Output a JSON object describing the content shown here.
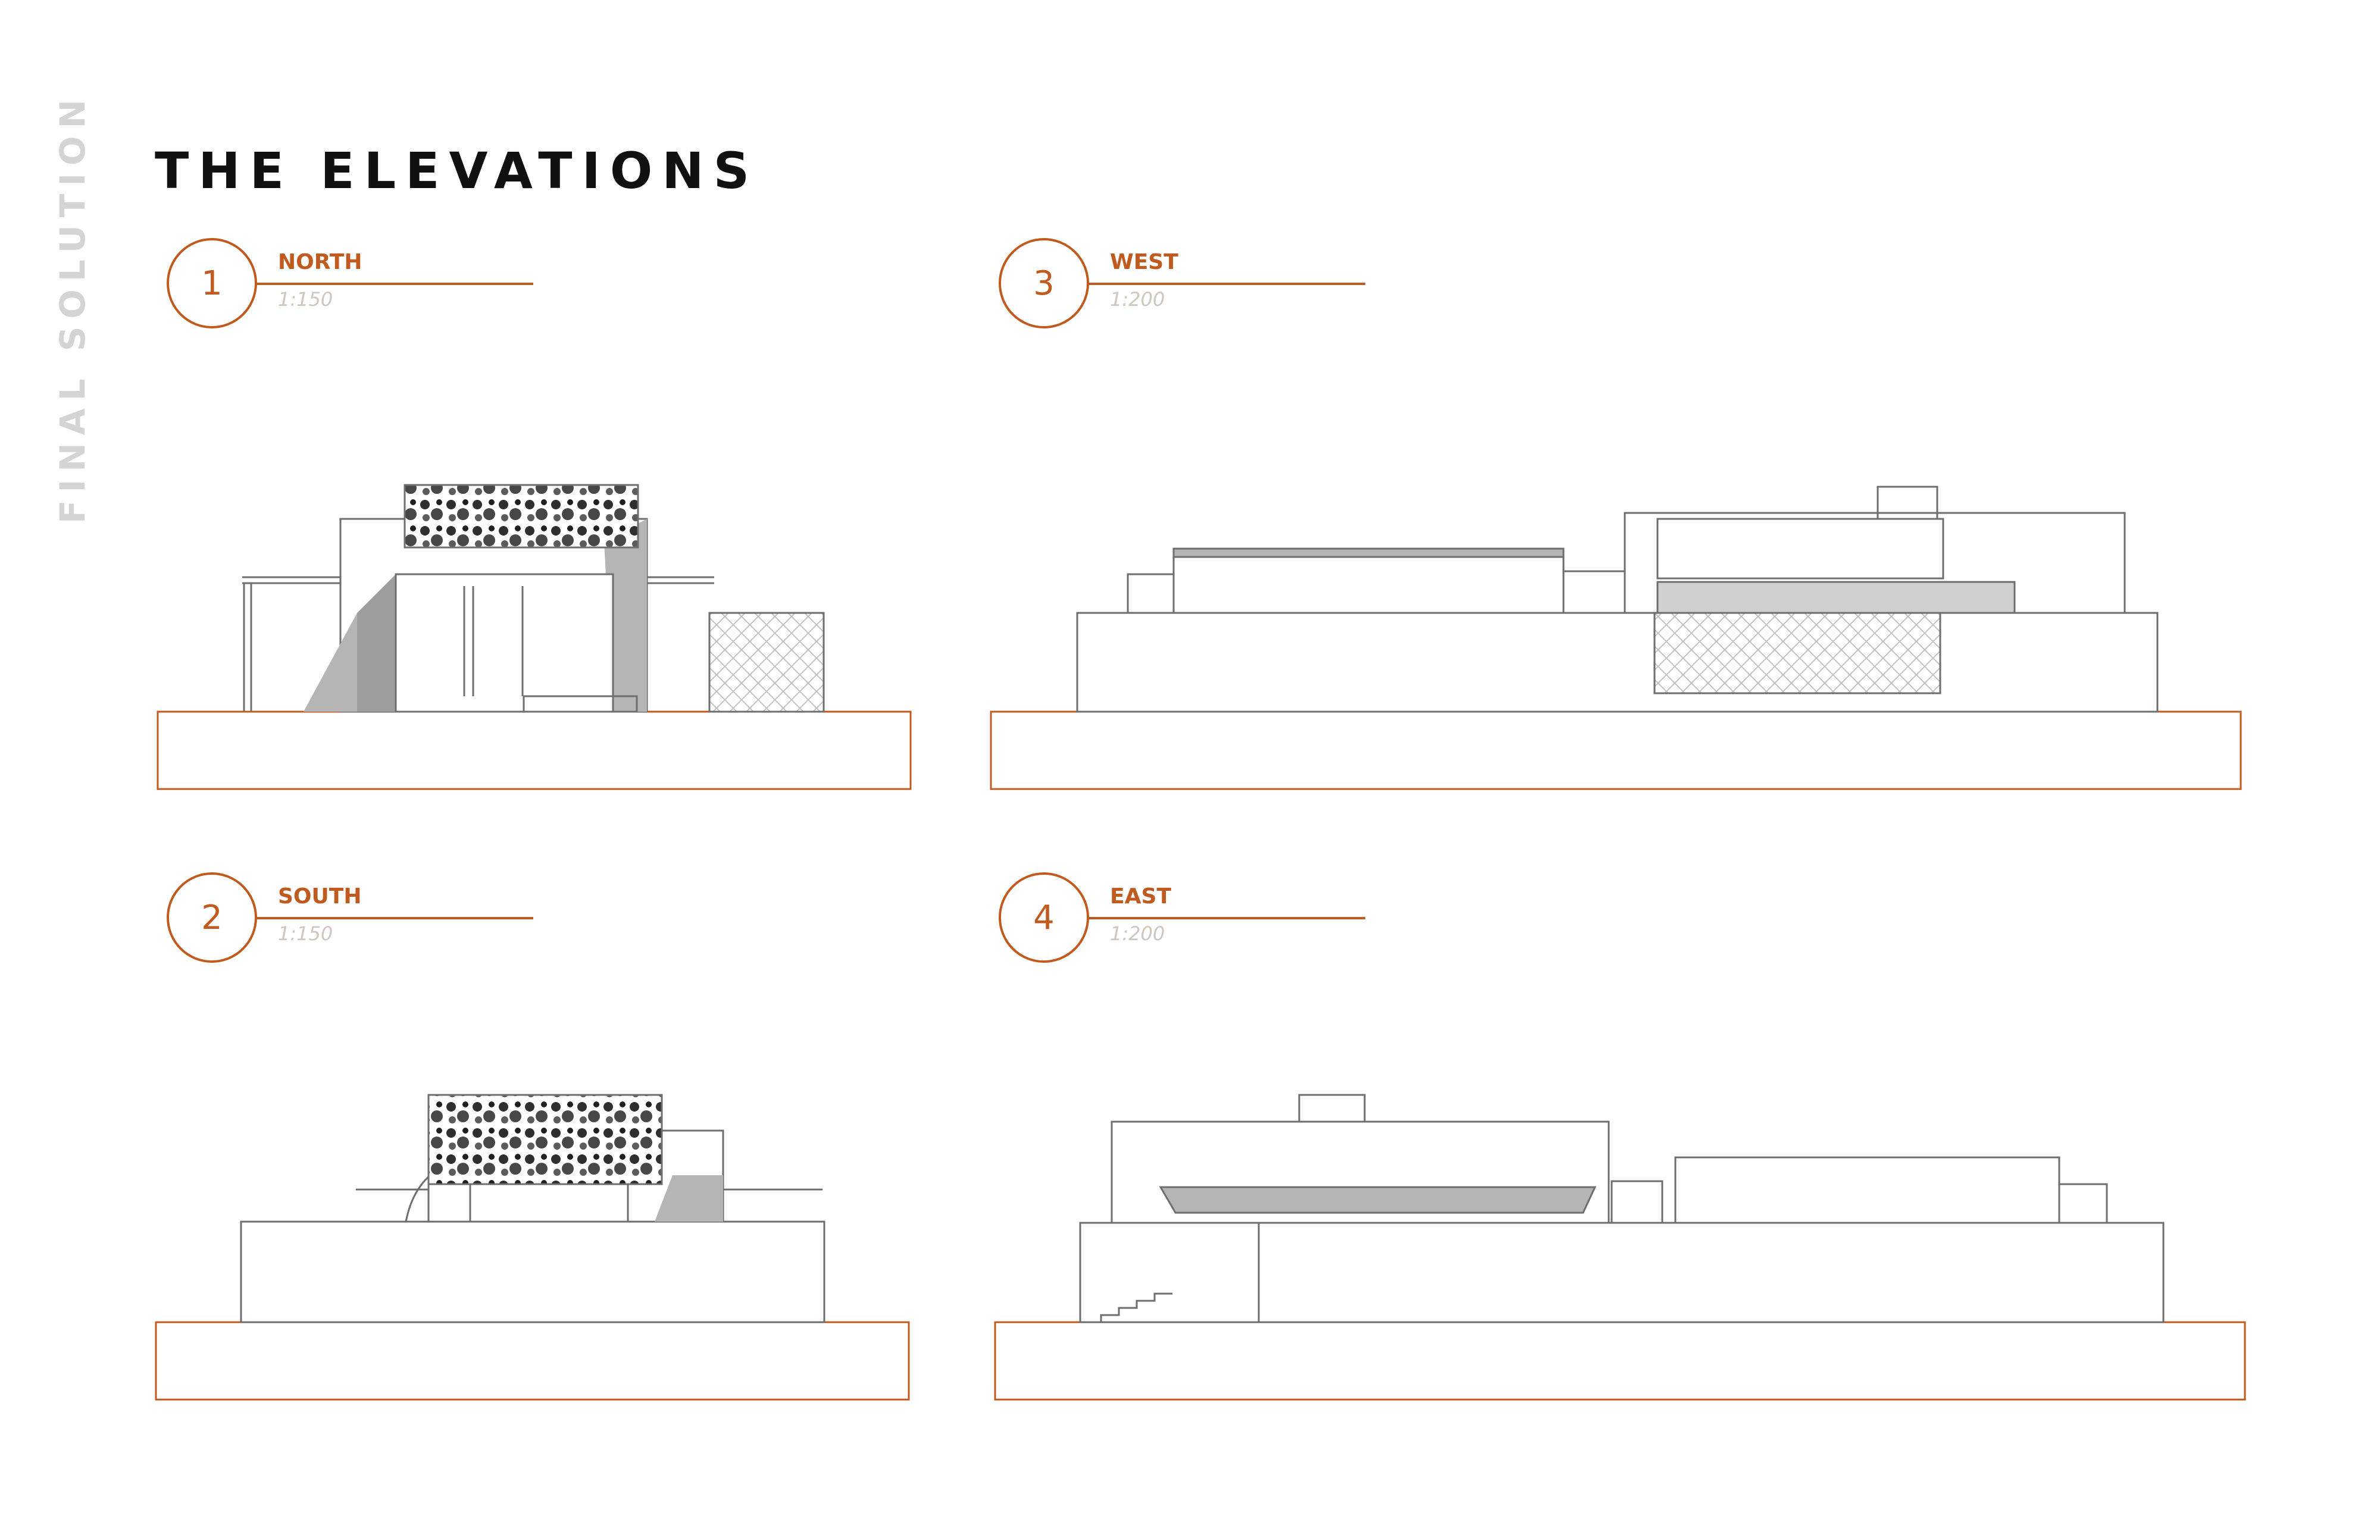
{
  "side_label": "FINAL SOLUTION",
  "title": "THE ELEVATIONS",
  "colors": {
    "accent": "#c05a1e",
    "line": "#6e6e6e",
    "shade": "#b5b5b5",
    "side_label": "#d4d4d4",
    "scale_text": "#d0c6bc"
  },
  "views": [
    {
      "number": "1",
      "name": "NORTH",
      "scale": "1:150"
    },
    {
      "number": "3",
      "name": "WEST",
      "scale": "1:200"
    },
    {
      "number": "2",
      "name": "SOUTH",
      "scale": "1:150"
    },
    {
      "number": "4",
      "name": "EAST",
      "scale": "1:200"
    }
  ]
}
